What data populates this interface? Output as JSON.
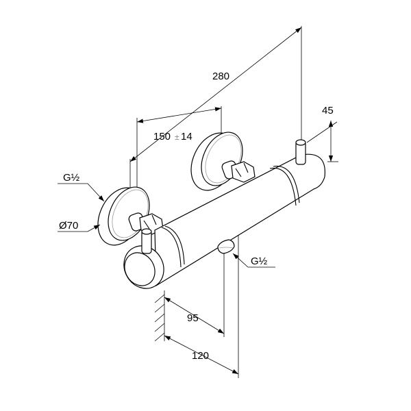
{
  "drawing": {
    "dim_total_length": "280",
    "dim_center_distance": "150",
    "dim_center_tolerance_sign": "±",
    "dim_center_tolerance": "14",
    "dim_knob_height": "45",
    "dim_outlet_offset": "95",
    "dim_depth": "120",
    "label_inlet_thread": "G½",
    "label_flange_diameter": "Ø70",
    "label_outlet_thread": "G½"
  }
}
